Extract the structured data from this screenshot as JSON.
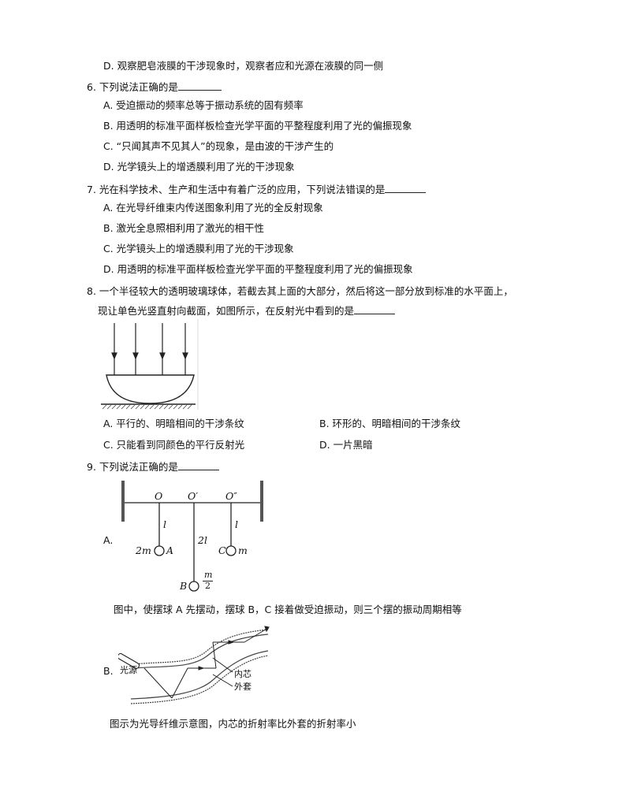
{
  "q5": {
    "optD": "D. 观察肥皂液膜的干涉现象时，观察者应和光源在液膜的同一侧"
  },
  "q6": {
    "stem": "6. 下列说法正确的是",
    "optA": "A. 受迫振动的频率总等于振动系统的固有频率",
    "optB": "B. 用透明的标准平面样板检查光学平面的平整程度利用了光的偏振现象",
    "optC": "C. “只闻其声不见其人”的现象，是由波的干涉产生的",
    "optD": "D. 光学镜头上的增透膜利用了光的干涉现象"
  },
  "q7": {
    "stem": "7. 光在科学技术、生产和生活中有着广泛的应用，下列说法错误的是",
    "optA": "A. 在光导纤维束内传送图象利用了光的全反射现象",
    "optB": "B. 激光全息照相利用了激光的相干性",
    "optC": "C. 光学镜头上的增透膜利用了光的干涉现象",
    "optD": "D. 用透明的标准平面样板检查光学平面的平整程度利用了光的偏振现象"
  },
  "q8": {
    "stem1": "8. 一个半径较大的透明玻璃球体，若截去其上面的大部分，然后将这一部分放到标准的水平面上，",
    "stem2": "现让单色光竖直射向截面，如图所示，在反射光中看到的是",
    "optA": "A. 平行的、明暗相间的干涉条纹",
    "optB": "B. 环形的、明暗相间的干涉条纹",
    "optC": "C. 只能看到同颜色的平行反射光",
    "optD": "D. 一片黑暗"
  },
  "q9": {
    "stem": "9. 下列说法正确的是",
    "optA_label": "A.",
    "figA": {
      "O": "O",
      "O1": "O′",
      "O2": "O″",
      "l1": "l",
      "l2": "2l",
      "l3": "l",
      "massA": "2m",
      "nameA": "A",
      "nameB": "B",
      "massB_num": "m",
      "massB_den": "2",
      "nameC": "C",
      "massC": "m"
    },
    "optA_text": "图中，使摆球 A 先摆动，摆球 B，C 接着做受迫振动，则三个摆的振动周期相等",
    "optB_label": "B.",
    "figB": {
      "source": "光源",
      "core": "内芯",
      "cladding": "外套"
    },
    "optB_text": "图示为光导纤维示意图，内芯的折射率比外套的折射率小"
  }
}
